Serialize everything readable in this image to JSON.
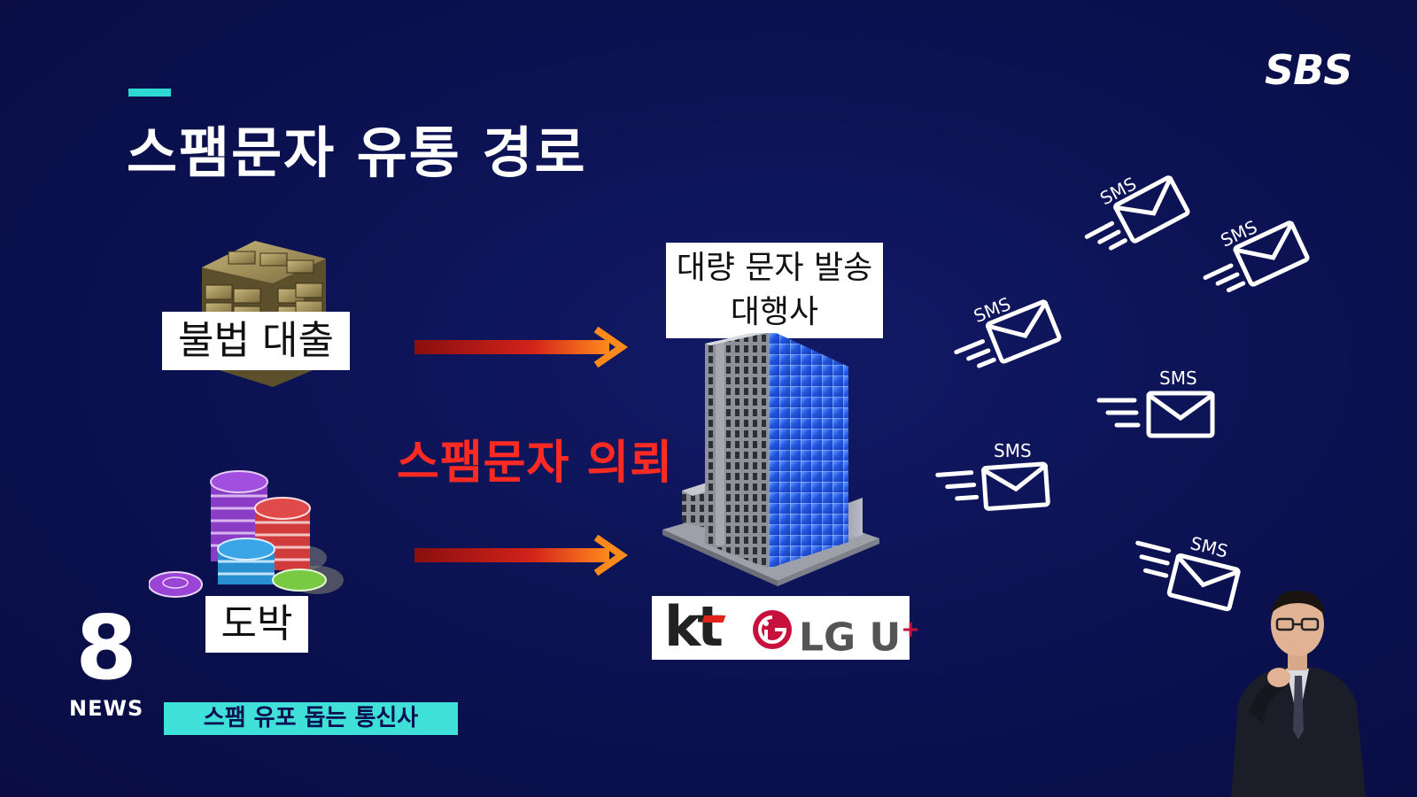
{
  "broadcaster": {
    "logo_text": "SBS"
  },
  "title": "스팸문자 유통 경로",
  "sources": [
    {
      "label": "불법 대출",
      "icon": "money-stack-icon"
    },
    {
      "label": "도박",
      "icon": "casino-chips-icon"
    }
  ],
  "flow_caption": "스팸문자 의뢰",
  "agency": {
    "label_line1": "대량 문자 발송",
    "label_line2": "대행사",
    "icon": "office-building-icon"
  },
  "carriers": {
    "kt_logo_text": "kt",
    "lgu_logo_text": "LG U",
    "lgu_plus": "+"
  },
  "sms_messages": [
    {
      "label": "SMS"
    },
    {
      "label": "SMS"
    },
    {
      "label": "SMS"
    },
    {
      "label": "SMS"
    },
    {
      "label": "SMS"
    },
    {
      "label": "SMS"
    }
  ],
  "program": {
    "logo_number": "8",
    "logo_word": "NEWS"
  },
  "ticker": {
    "headline": "스팸 유포 돕는 통신사"
  },
  "colors": {
    "background": "#0c1050",
    "accent_teal": "#2fd9d3",
    "caption_red": "#ff2a24",
    "ticker_bg": "#3ee0d8",
    "lgu_magenta": "#c8103c"
  }
}
